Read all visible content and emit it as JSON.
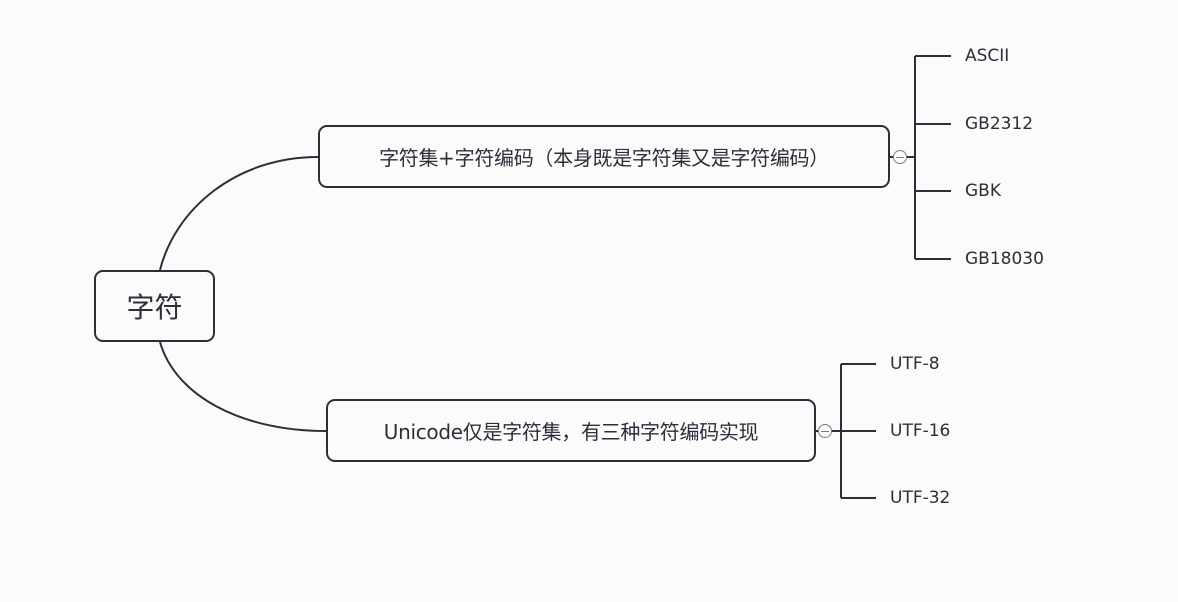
{
  "diagram": {
    "type": "mindmap",
    "colors": {
      "line": "#2c2f3a",
      "text": "#2c2f3a",
      "toggle": "#7b7e87",
      "background": "#fbfbfb"
    },
    "root": {
      "label": "字符"
    },
    "branches": [
      {
        "label": "字符集+字符编码（本身既是字符集又是字符编码）",
        "toggle_icon": "collapse-minus-icon",
        "children": [
          "ASCII",
          "GB2312",
          "GBK",
          "GB18030"
        ]
      },
      {
        "label": "Unicode仅是字符集，有三种字符编码实现",
        "toggle_icon": "collapse-minus-icon",
        "children": [
          "UTF-8",
          "UTF-16",
          "UTF-32"
        ]
      }
    ]
  }
}
